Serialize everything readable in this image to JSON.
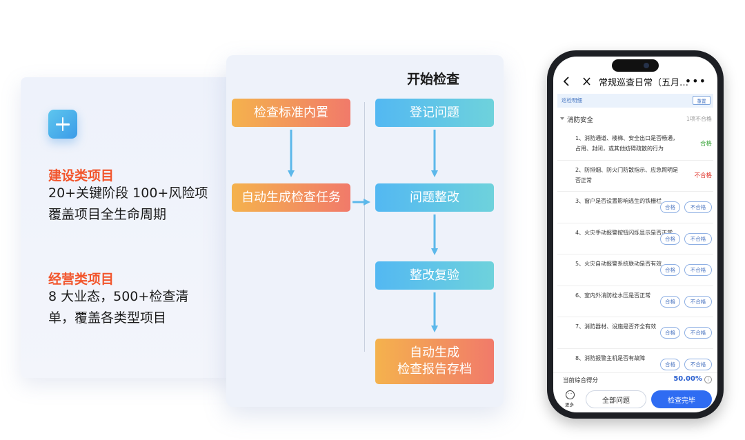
{
  "info": {
    "construction_title": "建设类项目",
    "construction_body": "20+关键阶段 100+风险项 覆盖项目全生命周期",
    "operation_title": "经营类项目",
    "operation_body": "8 大业态，500+检查清单，覆盖各类型项目"
  },
  "flow": {
    "title": "开始检查",
    "left_steps": [
      "检查标准内置",
      "自动生成检查任务"
    ],
    "right_steps": [
      "登记问题",
      "问题整改",
      "整改复验",
      "自动生成\n检查报告存档"
    ]
  },
  "phone": {
    "nav": {
      "title": "常规巡查日常（五月…",
      "more": "•••"
    },
    "subbar": {
      "label": "巡检明细",
      "button": "重置"
    },
    "section": {
      "title": "消防安全",
      "count": "1项不合格"
    },
    "items": [
      {
        "text": "1、消防通道、楼梯、安全出口是否畅通，占用、封闭，或其他妨碍疏散的行为",
        "result": "合格",
        "state": "ok"
      },
      {
        "text": "2、防排烟、防火门防散指示、应急照明是否正常",
        "result": "不合格",
        "state": "bad"
      },
      {
        "text": "3、窗户是否设置影响逃生的铁栅栏",
        "state": "pending"
      },
      {
        "text": "4、火灾手动报警按钮闪烁显示是否正常",
        "state": "pending"
      },
      {
        "text": "5、火灾自动报警系统联动是否有效",
        "state": "pending"
      },
      {
        "text": "6、室内外消防栓水压是否正常",
        "state": "pending"
      },
      {
        "text": "7、消防器材、设施是否齐全有效",
        "state": "pending"
      },
      {
        "text": "8、消防报警主机是否有故障",
        "state": "pending"
      }
    ],
    "pill_pass": "合格",
    "pill_fail": "不合格",
    "score": {
      "label": "当前综合得分",
      "value": "50.00%",
      "info_icon": "i"
    },
    "bottom": {
      "more_label": "更多",
      "all_label": "全部问题",
      "done_label": "检查完毕"
    }
  },
  "colors": {
    "accent_orange": "#f2552c",
    "flow_orange_start": "#f4b24d",
    "flow_orange_end": "#f17a6a",
    "flow_blue_start": "#53b8f2",
    "flow_blue_end": "#6ed2dc",
    "arrow": "#5cb8ea",
    "primary_blue": "#2f6cf2"
  }
}
